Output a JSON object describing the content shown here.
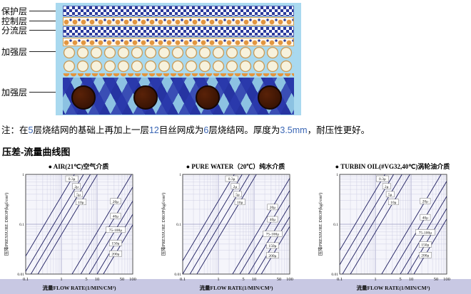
{
  "diagram": {
    "labels": [
      {
        "text": "保护层"
      },
      {
        "text": "控制层"
      },
      {
        "text": "分流层"
      },
      {
        "text": "加强层"
      },
      {
        "text": "加强层"
      }
    ]
  },
  "note": {
    "parts": [
      {
        "text": "注：在",
        "hl": false
      },
      {
        "text": "5",
        "hl": true
      },
      {
        "text": "层烧结网的基础上再加上一层",
        "hl": false
      },
      {
        "text": "12",
        "hl": true
      },
      {
        "text": "目丝网成为",
        "hl": false
      },
      {
        "text": "6",
        "hl": true
      },
      {
        "text": "层烧结网。厚度为",
        "hl": false
      },
      {
        "text": "3.5mm",
        "hl": true
      },
      {
        "text": "，耐压性更好。",
        "hl": false
      }
    ],
    "highlight_color": "#3a66b5"
  },
  "section_title": "压差-流量曲线图",
  "chart_data": [
    {
      "type": "line",
      "title": "● AIR(21℃)空气介质",
      "xlabel": "流量FLOW RATE(1/MIN/CM²)",
      "ylabel": "压降PRESSURE DROP(kgf/cm²)",
      "xscale": "log",
      "yscale": "log",
      "xlim": [
        0.1,
        100
      ],
      "ylim": [
        0.01,
        1
      ],
      "xticks": [
        0.1,
        1,
        5,
        10,
        50,
        100
      ],
      "yticks": [
        0.01,
        0.1,
        1
      ],
      "label_x": 33,
      "series": [
        {
          "name": "0.3μ",
          "points": [
            [
              0.05,
              0.01
            ],
            [
              2.32,
              1
            ]
          ]
        },
        {
          "name": "2μ",
          "points": [
            [
              0.09,
              0.01
            ],
            [
              4.18,
              1
            ]
          ]
        },
        {
          "name": "5μ",
          "points": [
            [
              0.14,
              0.01
            ],
            [
              6.5,
              1
            ]
          ]
        },
        {
          "name": "10μ",
          "points": [
            [
              0.22,
              0.01
            ],
            [
              10.21,
              1
            ]
          ]
        },
        {
          "name": "20μ",
          "points": [
            [
              2.0,
              0.01
            ],
            [
              92.8,
              1
            ]
          ]
        },
        {
          "name": "40μ",
          "points": [
            [
              3.5,
              0.01
            ],
            [
              162.5,
              1
            ]
          ]
        },
        {
          "name": "75-100μ",
          "points": [
            [
              6.0,
              0.01
            ],
            [
              278.5,
              1
            ]
          ]
        },
        {
          "name": "150μ",
          "points": [
            [
              10.0,
              0.01
            ],
            [
              464.2,
              1
            ]
          ]
        },
        {
          "name": "200μ",
          "points": [
            [
              15.0,
              0.01
            ],
            [
              696.2,
              1
            ]
          ]
        }
      ]
    },
    {
      "type": "line",
      "title": "● PURE WATER（20℃）纯水介质",
      "xlabel": "流量FLOW RATE(1/MIN/CM²)",
      "ylabel": "压降PRESSURE DROP(kgf/cm²)",
      "xscale": "log",
      "yscale": "log",
      "xlim": [
        0.1,
        100
      ],
      "ylim": [
        0.01,
        1
      ],
      "xticks": [
        0.1,
        1,
        5,
        10,
        50,
        100
      ],
      "yticks": [
        0.01,
        0.1,
        1
      ],
      "label_x": 33,
      "series": [
        {
          "name": "0.3μ",
          "points": [
            [
              0.06,
              0.01
            ],
            [
              2.79,
              1
            ]
          ]
        },
        {
          "name": "2μ",
          "points": [
            [
              0.1,
              0.01
            ],
            [
              4.64,
              1
            ]
          ]
        },
        {
          "name": "5μ",
          "points": [
            [
              0.16,
              0.01
            ],
            [
              7.43,
              1
            ]
          ]
        },
        {
          "name": "10μ",
          "points": [
            [
              0.25,
              0.01
            ],
            [
              11.6,
              1
            ]
          ]
        },
        {
          "name": "20μ",
          "points": [
            [
              2.5,
              0.01
            ],
            [
              116.0,
              1
            ]
          ]
        },
        {
          "name": "40μ",
          "points": [
            [
              4.0,
              0.01
            ],
            [
              185.7,
              1
            ]
          ]
        },
        {
          "name": "75-100μ",
          "points": [
            [
              7.0,
              0.01
            ],
            [
              324.9,
              1
            ]
          ]
        },
        {
          "name": "150μ",
          "points": [
            [
              11.0,
              0.01
            ],
            [
              510.6,
              1
            ]
          ]
        },
        {
          "name": "200μ",
          "points": [
            [
              16.0,
              0.01
            ],
            [
              742.7,
              1
            ]
          ]
        }
      ]
    },
    {
      "type": "line",
      "title": "● TURBIN OIL(#VG32,40℃)涡轮油介质",
      "xlabel": "流量FLOW RATE(1/MIN/CM²)",
      "ylabel": "压降PRESSURE DROP(kgf/cm²)",
      "xscale": "log",
      "yscale": "log",
      "xlim": [
        0.1,
        100
      ],
      "ylim": [
        0.01,
        1
      ],
      "xticks": [
        0.1,
        1,
        5,
        10,
        50,
        100
      ],
      "yticks": [
        0.01,
        0.1,
        1
      ],
      "label_x": 25,
      "series": [
        {
          "name": "0.3μ",
          "points": [
            [
              0.04,
              0.01
            ],
            [
              1.86,
              1
            ]
          ]
        },
        {
          "name": "2μ",
          "points": [
            [
              0.07,
              0.01
            ],
            [
              3.25,
              1
            ]
          ]
        },
        {
          "name": "5μ",
          "points": [
            [
              0.12,
              0.01
            ],
            [
              5.57,
              1
            ]
          ]
        },
        {
          "name": "10μ",
          "points": [
            [
              0.2,
              0.01
            ],
            [
              9.28,
              1
            ]
          ]
        },
        {
          "name": "20μ",
          "points": [
            [
              1.5,
              0.01
            ],
            [
              69.6,
              1
            ]
          ]
        },
        {
          "name": "40μ",
          "points": [
            [
              2.8,
              0.01
            ],
            [
              130.0,
              1
            ]
          ]
        },
        {
          "name": "75-100μ",
          "points": [
            [
              5.0,
              0.01
            ],
            [
              232.1,
              1
            ]
          ]
        },
        {
          "name": "150μ",
          "points": [
            [
              8.0,
              0.01
            ],
            [
              371.3,
              1
            ]
          ]
        },
        {
          "name": "200μ",
          "points": [
            [
              12.0,
              0.01
            ],
            [
              557.0,
              1
            ]
          ]
        }
      ]
    }
  ]
}
